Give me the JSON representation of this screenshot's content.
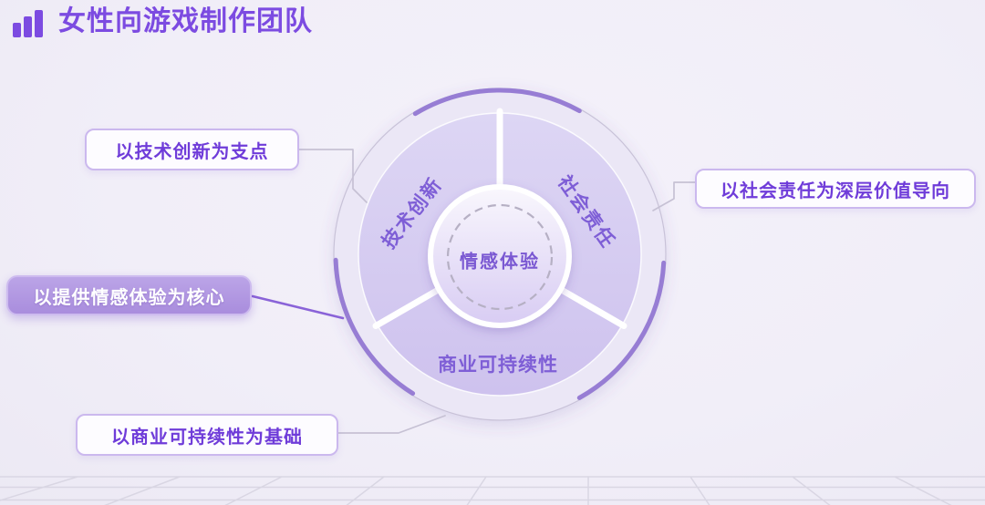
{
  "title": {
    "text": "女性向游戏制作团队",
    "icon": "bar-chart-icon"
  },
  "ring": {
    "center": "情感体验",
    "segments": [
      "技术创新",
      "社会责任",
      "商业可持续性"
    ]
  },
  "callouts": {
    "tech": {
      "label": "以技术创新为支点",
      "highlighted": false
    },
    "social": {
      "label": "以社会责任为深层价值导向",
      "highlighted": false
    },
    "emotion": {
      "label": "以提供情感体验为核心",
      "highlighted": true
    },
    "business": {
      "label": "以商业可持续性为基础",
      "highlighted": false
    }
  },
  "colors": {
    "background": "#F1EEF8",
    "brand": "#7C4BE1",
    "callout_text": "#6F3CD9",
    "callout_border": "#CBB8EE",
    "callout_bg": "#FDFCFF",
    "highlight_top": "#BBA4E7",
    "highlight_bottom": "#A98DDD",
    "highlight_text": "#FFFFFF",
    "ring_band": "#EBE7F6",
    "ring_outline": "#C8C2D8",
    "donut_top": "#DDD6F4",
    "donut_bottom": "#CEC2EE",
    "accent_arc": "#977DD4",
    "segment_text": "#7E5ED6",
    "inner_top": "#F9F7FD",
    "inner_bottom": "#D8CCF3",
    "dashed_ring": "#B6B0C4",
    "connector": "#C6C1D4",
    "connector_highlight": "#8A63D8",
    "grid_line": "#D9D6E3"
  }
}
